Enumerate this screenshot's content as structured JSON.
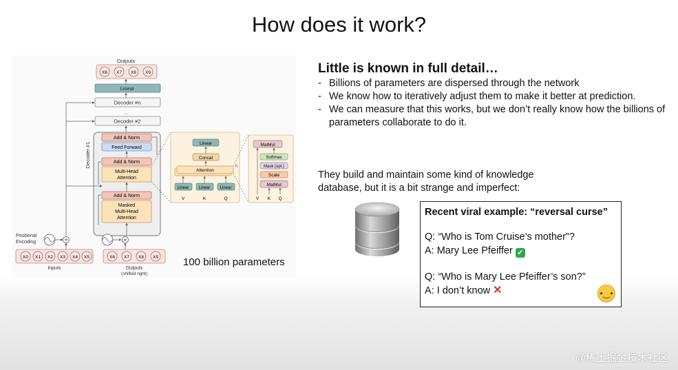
{
  "title": "How does it work?",
  "diagram": {
    "outputs_top": "Outputs",
    "output_tokens": [
      "X6",
      "X7",
      "X8",
      "X9"
    ],
    "linear": "Linear",
    "decoder_n": "Decoder #n",
    "dots": "...",
    "decoder_2": "Decoder #2",
    "decoder_1": "Decoder #1",
    "add_norm": "Add & Norm",
    "feed_forward": "Feed Forward",
    "multi_head_attention": [
      "Multi-Head",
      "Attention"
    ],
    "masked_mha": [
      "Masked",
      "Multi-Head",
      "Attention"
    ],
    "positional_encoding": [
      "Positional",
      "Encoding"
    ],
    "input_tokens": [
      "X0",
      "X1",
      "X2",
      "X3",
      "X4",
      "X5"
    ],
    "inputs_label": "Inputs",
    "shifted_tokens": [
      "X6",
      "X7",
      "X8",
      "X9"
    ],
    "outputs_bottom": [
      "Outputs",
      "(shifted right)"
    ],
    "mha_detail": {
      "linear": "Linear",
      "concat": "Concat",
      "attention": "Attention",
      "v": "V",
      "k": "K",
      "q": "Q",
      "h": "h"
    },
    "sdpa_detail": {
      "matmul": "MatMul",
      "softmax": "Softmax",
      "mask": "Mask (opt.)",
      "scale": "Scale",
      "v": "V",
      "k": "K",
      "q": "Q"
    },
    "params_label": "100 billion parameters"
  },
  "content": {
    "heading": "Little is known in full detail…",
    "bullets": [
      "Billions of parameters are dispersed through the network",
      "We know how to iteratively adjust them to make it better at prediction.",
      "We can measure that this works, but we don’t really know how the billions of parameters collaborate to do it."
    ],
    "paragraph": "They build and maintain some kind of knowledge database, but it is a bit strange and imperfect:",
    "example": {
      "title": "Recent viral example: “reversal curse”",
      "q1": "Q: “Who is Tom Cruise’s mother”?",
      "a1": "A: Mary Lee Pfeiffer",
      "q2": "Q: “Who is Mary Lee Pfeiffer’s son?”",
      "a2": "A: I don’t know"
    }
  },
  "icons": {
    "check": "check-mark-icon",
    "cross": "cross-mark-icon",
    "thinking": "thinking-face-icon",
    "database": "database-icon"
  },
  "colors": {
    "add_norm": "#f2c5b8",
    "feed_forward": "#c9dcf2",
    "attention": "#fbe2bb",
    "linear": "#8fb7b6",
    "detail_bg": "#fdf2df"
  },
  "watermark": "@稀土掘金技术社区"
}
